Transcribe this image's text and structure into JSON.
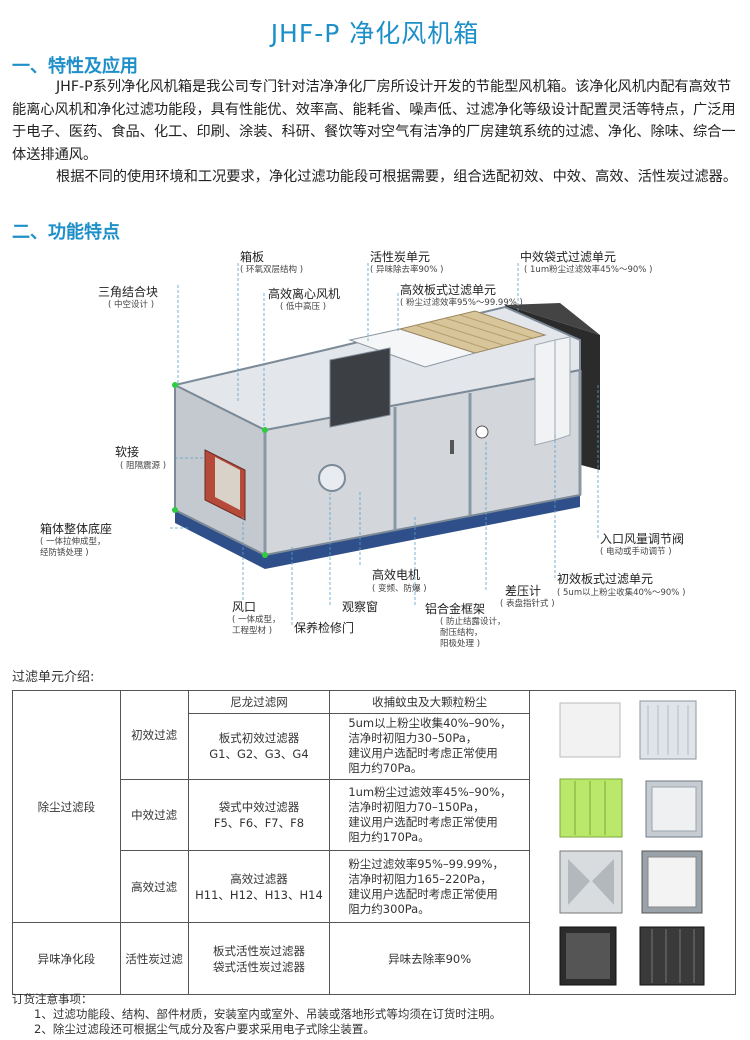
{
  "title": "JHF-P 净化风机箱",
  "section1": {
    "heading": "一、特性及应用",
    "para1": "JHF-P系列净化风机箱是我公司专门针对洁净净化厂房所设计开发的节能型风机箱。该净化风机内配有高效节能离心风机和净化过滤功能段，具有性能优、效率高、能耗省、噪声低、过滤净化等级设计配置灵活等特点，广泛用于电子、医药、食品、化工、印刷、涂装、科研、餐饮等对空气有洁净的厂房建筑系统的过滤、净化、除味、综合一体送排通风。",
    "para2": "根据不同的使用环境和工况要求，净化过滤功能段可根据需要，组合选配初效、中效、高效、活性炭过滤器。"
  },
  "section2": {
    "heading": "二、功能特点"
  },
  "labels": {
    "sanjiao": "三角结合块",
    "sanjiao_sub": "( 中空设计 )",
    "xiangban": "箱板",
    "xiangban_sub": "( 环氧双层结构 )",
    "lixin": "高效离心风机",
    "lixin_sub": "( 低中高压 )",
    "huoxingtan": "活性炭单元",
    "huoxingtan_sub": "( 异味除去率90% )",
    "gaoxiao_ban": "高效板式过滤单元",
    "gaoxiao_ban_sub": "( 粉尘过滤效率95%～99.99% )",
    "zhongxiao": "中效袋式过滤单元",
    "zhongxiao_sub": "( 1um粉尘过滤效率45%～90% )",
    "ruanjie": "软接",
    "ruanjie_sub": "( 阻隔震源 )",
    "diezuo": "箱体整体底座",
    "diezuo_sub1": "( 一体拉伸成型，",
    "diezuo_sub2": "经防锈处理 )",
    "rukou": "入口风量调节阀",
    "rukou_sub": "( 电动或手动调节 )",
    "dianji": "高效电机",
    "dianji_sub": "( 变频、防爆 )",
    "chuxiao": "初效板式过滤单元",
    "chuxiao_sub": "( 5um以上粉尘收集40%～90% )",
    "chaya": "差压计",
    "chaya_sub": "( 表盘指针式 )",
    "fengkou": "风口",
    "fengkou_sub1": "( 一体成型，",
    "fengkou_sub2": "工程型材 )",
    "guancha": "观察窗",
    "baoyang": "保养检修门",
    "lvhe": "铝合金框架",
    "lvhe_sub1": "( 防止结露设计，",
    "lvhe_sub2": "耐压结构，",
    "lvhe_sub3": "阳极处理 )"
  },
  "table": {
    "intro": "过滤单元介绍:",
    "header": [
      "尼龙过滤网",
      "收捕蚊虫及大颗粒粉尘"
    ],
    "group1": "除尘过滤段",
    "group2": "异味净化段",
    "rows": [
      {
        "stage": "初效过滤",
        "filter1": "板式初效过滤器",
        "filter2": "G1、G2、G3、G4",
        "desc": [
          "5um以上粉尘收集40%–90%，",
          "洁净时初阻力30–50Pa，",
          "建议用户选配时考虑正常使用",
          "阻力约70Pa。"
        ]
      },
      {
        "stage": "中效过滤",
        "filter1": "袋式中效过滤器",
        "filter2": "F5、F6、F7、F8",
        "desc": [
          "1um粉尘过滤效率45%–90%，",
          "洁净时初阻力70–150Pa，",
          "建议用户选配时考虑正常使用",
          "阻力约170Pa。"
        ]
      },
      {
        "stage": "高效过滤",
        "filter1": "高效过滤器",
        "filter2": "H11、H12、H13、H14",
        "desc": [
          "粉尘过滤效率95%–99.99%，",
          "洁净时初阻力165–220Pa，",
          "建议用户选配时考虑正常使用",
          "阻力约300Pa。"
        ]
      },
      {
        "stage": "活性炭过滤",
        "filter1": "板式活性炭过滤器",
        "filter2": "袋式活性炭过滤器",
        "desc": [
          "异味去除率90%"
        ]
      }
    ]
  },
  "notes": {
    "title": "订货注意事项：",
    "items": [
      "1、过滤功能段、结构、部件材质，安装室内或室外、吊装或落地形式等均须在订货时注明。",
      "2、除尘过滤段还可根据尘气成分及客户要求采用电子式除尘装置。"
    ]
  },
  "colors": {
    "accent": "#1e8fc9",
    "frame": "#6e7f90",
    "panel": "#cfd3d8"
  }
}
